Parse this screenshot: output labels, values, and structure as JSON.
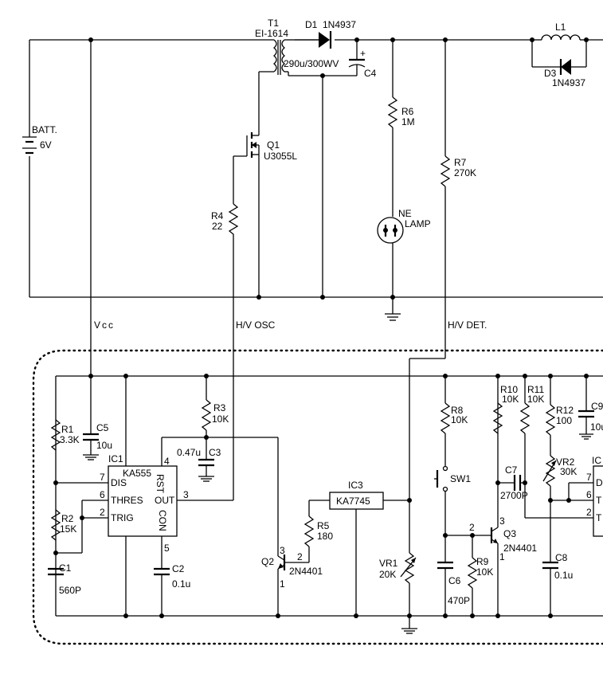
{
  "components": {
    "t1": {
      "ref": "T1",
      "part": "EI-1614"
    },
    "d1": {
      "ref": "D1",
      "part": "1N4937"
    },
    "c4": {
      "ref": "C4",
      "value": "290u/300WV"
    },
    "l1": {
      "ref": "L1"
    },
    "d3": {
      "ref": "D3",
      "part": "1N4937"
    },
    "batt": {
      "ref": "BATT.",
      "value": "6V"
    },
    "q1": {
      "ref": "Q1",
      "part": "U3055L"
    },
    "r6": {
      "ref": "R6",
      "value": "1M"
    },
    "r7": {
      "ref": "R7",
      "value": "270K"
    },
    "ne": {
      "ref": "NE",
      "label": "LAMP"
    },
    "r4": {
      "ref": "R4",
      "value": "22"
    },
    "r1": {
      "ref": "R1",
      "value": "3.3K"
    },
    "c5": {
      "ref": "C5",
      "value": "10u"
    },
    "ic1": {
      "ref": "IC1",
      "part": "KA555",
      "pins": {
        "dis": "DIS",
        "thres": "THRES",
        "trig": "TRIG",
        "rst": "RST",
        "out": "OUT",
        "con": "CON"
      },
      "pin_numbers": {
        "p7": "7",
        "p6": "6",
        "p2": "2",
        "p4": "4",
        "p3": "3",
        "p5": "5"
      }
    },
    "r2": {
      "ref": "R2",
      "value": "15K"
    },
    "c1": {
      "ref": "C1",
      "value": "560P"
    },
    "r3": {
      "ref": "R3",
      "value": "10K"
    },
    "c3": {
      "ref": "C3",
      "value": "0.47u"
    },
    "c2": {
      "ref": "C2",
      "value": "0.1u"
    },
    "ic3": {
      "ref": "IC3",
      "part": "KA7745"
    },
    "r5": {
      "ref": "R5",
      "value": "180"
    },
    "q2": {
      "ref": "Q2",
      "part": "2N4401",
      "pins": [
        "3",
        "2",
        "1"
      ]
    },
    "vr1": {
      "ref": "VR1",
      "value": "20K"
    },
    "r8": {
      "ref": "R8",
      "value": "10K"
    },
    "sw1": {
      "ref": "SW1"
    },
    "c6": {
      "ref": "C6",
      "value": "470P"
    },
    "r9": {
      "ref": "R9",
      "value": "10K"
    },
    "r10": {
      "ref": "R10",
      "value": "10K"
    },
    "c7": {
      "ref": "C7",
      "value": "2700P"
    },
    "q3": {
      "ref": "Q3",
      "part": "2N4401",
      "pins": [
        "3",
        "2",
        "1"
      ]
    },
    "r11": {
      "ref": "R11",
      "value": "10K"
    },
    "r12": {
      "ref": "R12",
      "value": "100"
    },
    "vr2": {
      "ref": "VR2",
      "value": "30K"
    },
    "c8": {
      "ref": "C8",
      "value": "0.1u"
    },
    "c9": {
      "ref": "C9",
      "value": "10u"
    },
    "ic2": {
      "ref": "IC",
      "pins": [
        "7",
        "6",
        "2"
      ],
      "pin_labels": [
        "D",
        "T",
        "T"
      ]
    }
  },
  "nets": {
    "vcc": "Vcc",
    "hv_osc": "H/V OSC",
    "hv_det": "H/V DET."
  },
  "symbols": {
    "plus": "+"
  }
}
